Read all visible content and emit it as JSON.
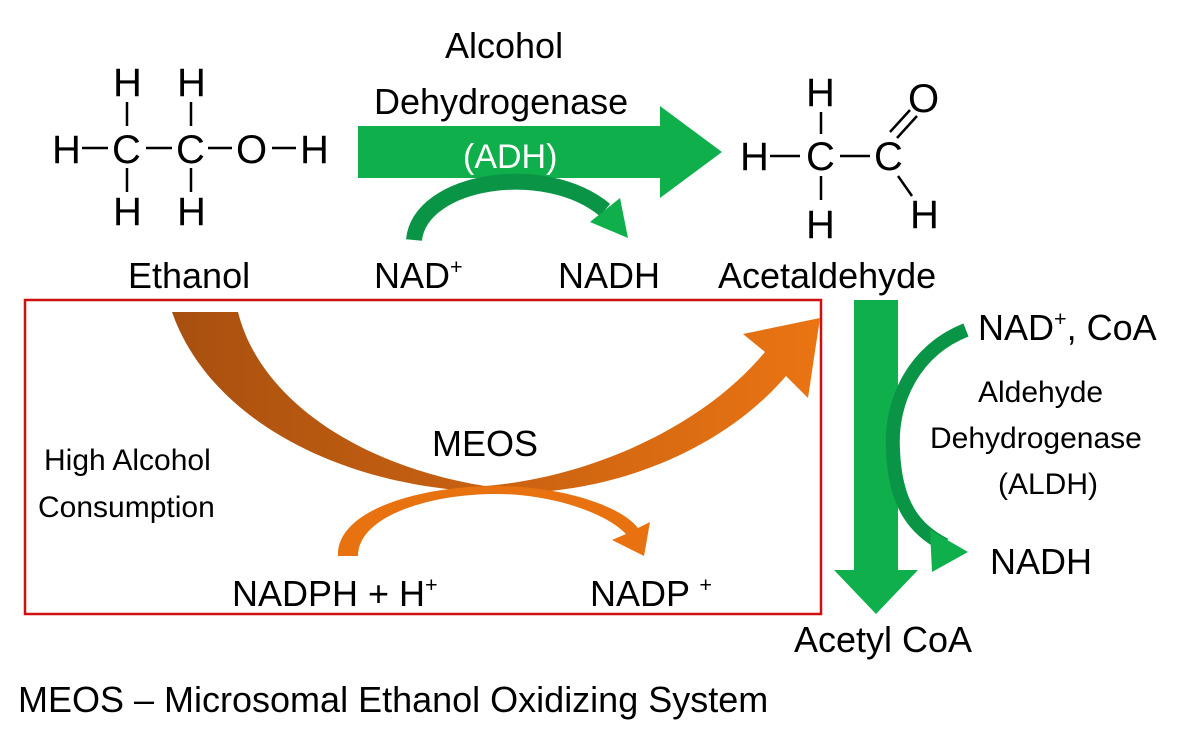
{
  "ethanol": {
    "atoms": {
      "h": "H",
      "c": "C",
      "o": "O"
    },
    "name": "Ethanol"
  },
  "acetaldehyde": {
    "atoms": {
      "h": "H",
      "c": "C",
      "o": "O"
    },
    "name": "Acetaldehyde"
  },
  "adh": {
    "line1": "Alcohol",
    "line2": "Dehydrogenase",
    "abbrev": "(ADH)",
    "cofactor_in": "NAD",
    "cofactor_in_sup": "+",
    "cofactor_out": "NADH"
  },
  "aldh": {
    "cofactor_in": "NAD",
    "cofactor_in_sup": "+",
    "cofactor_in_rest": ", CoA",
    "line1": "Aldehyde",
    "line2": "Dehydrogenase",
    "abbrev": "(ALDH)",
    "cofactor_out": "NADH",
    "product": "Acetyl CoA"
  },
  "meos": {
    "label": "MEOS",
    "condition_line1": "High Alcohol",
    "condition_line2": "Consumption",
    "cofactor_in": "NADPH + H",
    "cofactor_in_sup": "+",
    "cofactor_out": "NADP ",
    "cofactor_out_sup": "+"
  },
  "footnote": "MEOS – Microsomal Ethanol Oxidizing System",
  "colors": {
    "green": "#0fb04c",
    "dark_green": "#0a9445",
    "orange": "#e8720f",
    "brown": "#b8570e",
    "box": "#d01010"
  }
}
